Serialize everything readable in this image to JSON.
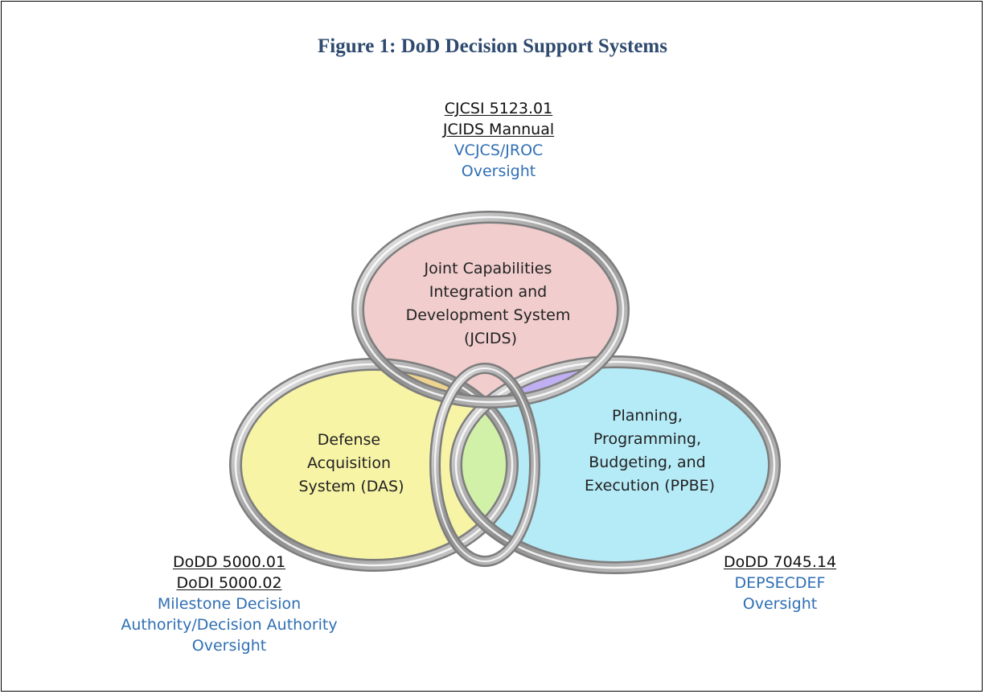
{
  "figure": {
    "title": "Figure 1: DoD Decision Support Systems"
  },
  "top_label": {
    "refs": [
      "CJCSI 5123.01",
      "JCIDS Mannual"
    ],
    "oversight": [
      "VCJCS/JROC",
      "Oversight"
    ]
  },
  "left_label": {
    "refs": [
      "DoDD 5000.01",
      "DoDI 5000.02"
    ],
    "oversight": [
      "Milestone Decision",
      "Authority/Decision Authority",
      "Oversight"
    ]
  },
  "right_label": {
    "refs": [
      "DoDD 7045.14"
    ],
    "oversight": [
      "DEPSECDEF",
      "Oversight"
    ]
  },
  "circles": {
    "top": {
      "lines": [
        "Joint Capabilities",
        "Integration and",
        "Development System",
        "(JCIDS)"
      ],
      "color": "#f1cdcd"
    },
    "left": {
      "lines": [
        "Defense",
        "Acquisition",
        "System (DAS)"
      ],
      "color": "#f7f4a6"
    },
    "right": {
      "lines": [
        "Planning,",
        "Programming,",
        "Budgeting, and",
        "Execution (PPBE)"
      ],
      "color": "#b5ebf7"
    }
  },
  "overlap_colors": {
    "top_left": "#efd490",
    "top_right": "#c1aff4",
    "left_right": "#d2f1a8",
    "center": "#dcefb4"
  },
  "ring_color": "#9a9a9a"
}
